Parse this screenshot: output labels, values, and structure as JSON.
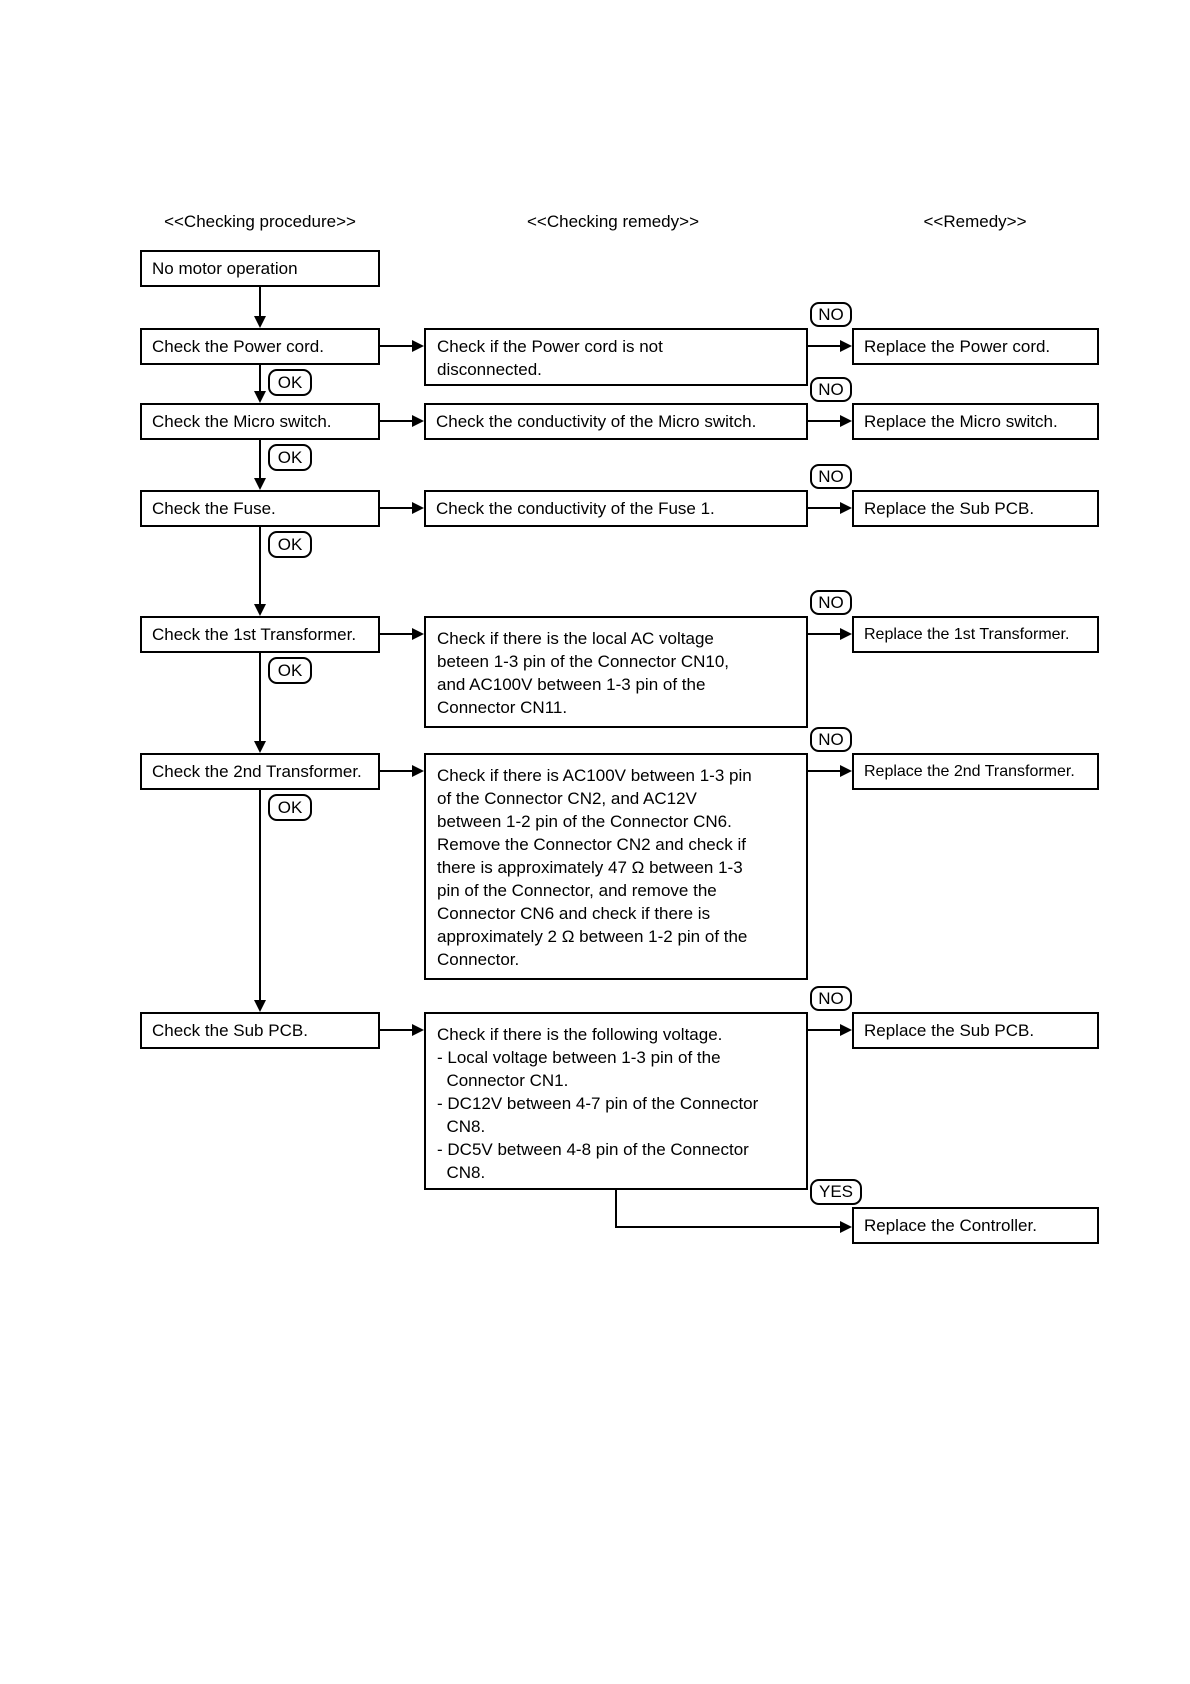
{
  "headers": {
    "procedure": "<<Checking procedure>>",
    "checking_remedy": "<<Checking remedy>>",
    "remedy": "<<Remedy>>"
  },
  "start_box": "No motor operation",
  "rows": [
    {
      "procedure": "Check the Power cord.",
      "check_lines": [
        "Check if the Power cord is not",
        "disconnected."
      ],
      "no_label": "NO",
      "remedy": "Replace the Power cord.",
      "ok_label": "OK"
    },
    {
      "procedure": "Check the Micro switch.",
      "check_lines": [
        "Check the conductivity of the Micro switch."
      ],
      "no_label": "NO",
      "remedy": "Replace the Micro switch.",
      "ok_label": "OK"
    },
    {
      "procedure": "Check the Fuse.",
      "check_lines": [
        "Check the conductivity of the Fuse 1."
      ],
      "no_label": "NO",
      "remedy": "Replace the Sub PCB.",
      "ok_label": "OK"
    },
    {
      "procedure": "Check the 1st Transformer.",
      "check_lines": [
        "Check if there is the local AC voltage",
        "beteen 1-3 pin of the Connector CN10,",
        "and AC100V between 1-3 pin of the",
        "Connector CN11."
      ],
      "no_label": "NO",
      "remedy": "Replace the 1st Transformer.",
      "ok_label": "OK"
    },
    {
      "procedure": "Check the 2nd Transformer.",
      "check_lines": [
        "Check if there is AC100V between 1-3 pin",
        "of the Connector CN2, and AC12V",
        "between 1-2 pin of the Connector CN6.",
        "Remove the Connector CN2 and check if",
        "there is approximately 47 Ω between 1-3",
        "pin of the Connector, and remove the",
        "Connector CN6 and check if there is",
        "approximately 2 Ω between 1-2 pin of the",
        "Connector."
      ],
      "no_label": "NO",
      "remedy": "Replace the 2nd Transformer.",
      "ok_label": "OK"
    },
    {
      "procedure": "Check the Sub PCB.",
      "check_lines": [
        "Check if there is the following voltage.",
        "- Local voltage between 1-3 pin of the",
        "  Connector CN1.",
        "- DC12V between 4-7 pin of the Connector",
        "  CN8.",
        "- DC5V between 4-8 pin of the Connector",
        "  CN8."
      ],
      "no_label": "NO",
      "remedy": "Replace the Sub PCB."
    }
  ],
  "final": {
    "yes_label": "YES",
    "remedy": "Replace the Controller."
  }
}
